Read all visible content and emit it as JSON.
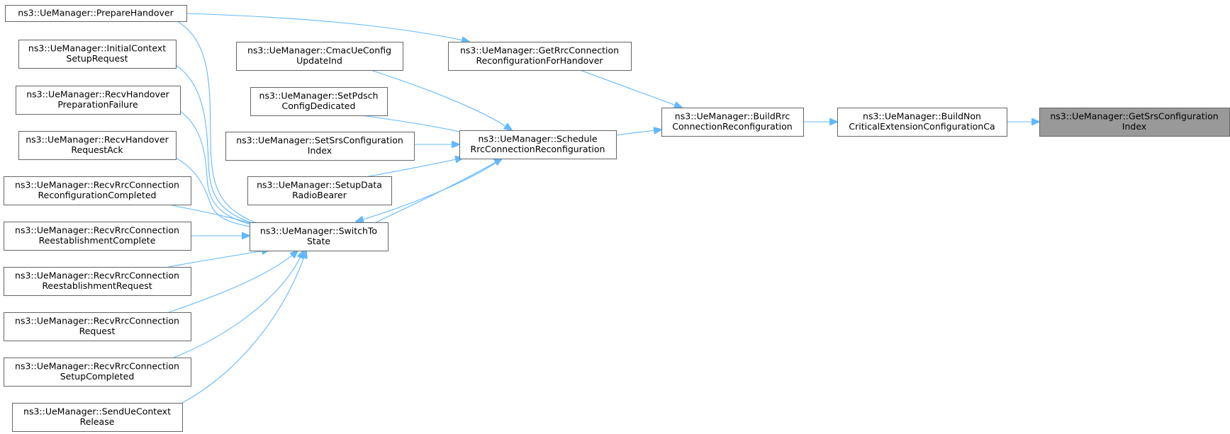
{
  "diagram": {
    "colors": {
      "edge": "#63b8ff",
      "node_border": "#666666",
      "node_fill": "#ffffff",
      "highlight_fill": "#999999"
    },
    "nodes": [
      {
        "id": "n1",
        "lines": [
          "ns3::UeManager::GetSrsConfiguration",
          "Index"
        ],
        "highlight": true
      },
      {
        "id": "n2",
        "lines": [
          "ns3::UeManager::BuildNon",
          "CriticalExtensionConfigurationCa"
        ]
      },
      {
        "id": "n3",
        "lines": [
          "ns3::UeManager::BuildRrc",
          "ConnectionReconfiguration"
        ]
      },
      {
        "id": "n4",
        "lines": [
          "ns3::UeManager::GetRrcConnection",
          "ReconfigurationForHandover"
        ]
      },
      {
        "id": "n5",
        "lines": [
          "ns3::UeManager::Schedule",
          "RrcConnectionReconfiguration"
        ]
      },
      {
        "id": "n6",
        "lines": [
          "ns3::UeManager::PrepareHandover"
        ]
      },
      {
        "id": "n7",
        "lines": [
          "ns3::UeManager::CmacUeConfig",
          "UpdateInd"
        ]
      },
      {
        "id": "n8",
        "lines": [
          "ns3::UeManager::SetPdsch",
          "ConfigDedicated"
        ]
      },
      {
        "id": "n9",
        "lines": [
          "ns3::UeManager::SetSrsConfiguration",
          "Index"
        ]
      },
      {
        "id": "n10",
        "lines": [
          "ns3::UeManager::SetupData",
          "RadioBearer"
        ]
      },
      {
        "id": "n11",
        "lines": [
          "ns3::UeManager::SwitchTo",
          "State"
        ]
      },
      {
        "id": "n12",
        "lines": [
          "ns3::UeManager::InitialContext",
          "SetupRequest"
        ]
      },
      {
        "id": "n13",
        "lines": [
          "ns3::UeManager::RecvHandover",
          "PreparationFailure"
        ]
      },
      {
        "id": "n14",
        "lines": [
          "ns3::UeManager::RecvHandover",
          "RequestAck"
        ]
      },
      {
        "id": "n15",
        "lines": [
          "ns3::UeManager::RecvRrcConnection",
          "ReconfigurationCompleted"
        ]
      },
      {
        "id": "n16",
        "lines": [
          "ns3::UeManager::RecvRrcConnection",
          "ReestablishmentComplete"
        ]
      },
      {
        "id": "n17",
        "lines": [
          "ns3::UeManager::RecvRrcConnection",
          "ReestablishmentRequest"
        ]
      },
      {
        "id": "n18",
        "lines": [
          "ns3::UeManager::RecvRrcConnection",
          "Request"
        ]
      },
      {
        "id": "n19",
        "lines": [
          "ns3::UeManager::RecvRrcConnection",
          "SetupCompleted"
        ]
      },
      {
        "id": "n20",
        "lines": [
          "ns3::UeManager::SendUeContext",
          "Release"
        ]
      }
    ],
    "edges": [
      {
        "from": "n2",
        "to": "n1"
      },
      {
        "from": "n3",
        "to": "n2"
      },
      {
        "from": "n4",
        "to": "n3"
      },
      {
        "from": "n5",
        "to": "n3"
      },
      {
        "from": "n6",
        "to": "n4"
      },
      {
        "from": "n7",
        "to": "n5"
      },
      {
        "from": "n8",
        "to": "n5"
      },
      {
        "from": "n9",
        "to": "n5"
      },
      {
        "from": "n10",
        "to": "n5"
      },
      {
        "from": "n11",
        "to": "n5"
      },
      {
        "from": "n5",
        "to": "n11"
      },
      {
        "from": "n6",
        "to": "n11"
      },
      {
        "from": "n12",
        "to": "n11"
      },
      {
        "from": "n13",
        "to": "n11"
      },
      {
        "from": "n14",
        "to": "n11"
      },
      {
        "from": "n15",
        "to": "n11"
      },
      {
        "from": "n16",
        "to": "n11"
      },
      {
        "from": "n17",
        "to": "n11"
      },
      {
        "from": "n18",
        "to": "n11"
      },
      {
        "from": "n19",
        "to": "n11"
      },
      {
        "from": "n20",
        "to": "n11"
      }
    ]
  }
}
